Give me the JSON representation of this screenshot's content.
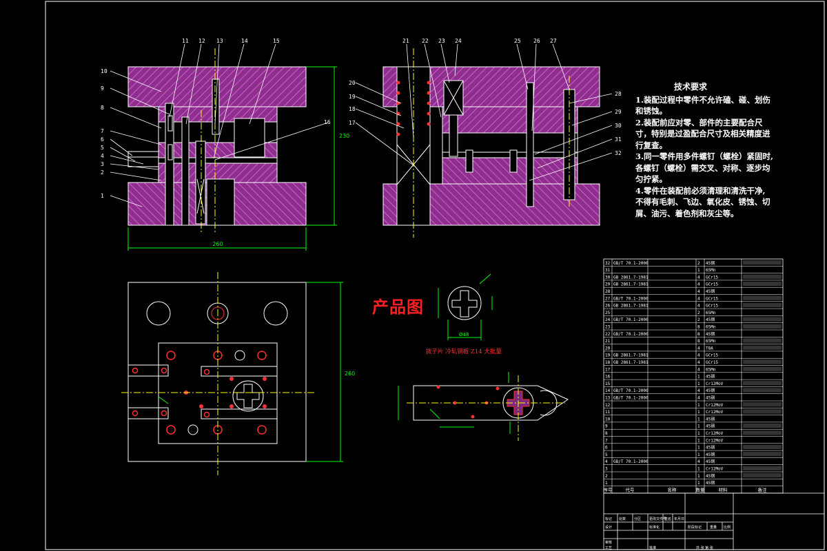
{
  "tech_requirements": {
    "title": "技术要求",
    "lines": [
      "1.装配过程中零件不允许磕、碰、划伤",
      "和锈蚀。",
      "2.装配前应对零、部件的主要配合尺",
      "寸，特别是过盈配合尺寸及相关精度进",
      "行复查。",
      "3.同一零件用多件螺钉（螺栓）紧固时,",
      "各螺钉（螺栓）需交叉、对称、逐步均",
      "匀拧紧。",
      "4.零件在装配前必须清理和清洗干净,",
      "不得有毛刺、飞边、氧化皮、锈蚀、切",
      "屑、油污、着色剂和灰尘等。"
    ]
  },
  "product_label": "产品图",
  "product_caption": "拨子片  冷轧钢板  Z14  大批量",
  "balloons_left": [
    "10",
    "9",
    "8",
    "7",
    "6",
    "5",
    "4",
    "3",
    "2",
    "1"
  ],
  "balloons_top_left": [
    "11",
    "12",
    "13",
    "14",
    "15",
    "16"
  ],
  "balloons_top_right": [
    "21",
    "22",
    "23",
    "24",
    "25",
    "26",
    "27"
  ],
  "balloons_mid_right": [
    "20",
    "19",
    "18",
    "17"
  ],
  "balloons_right": [
    "28",
    "29",
    "30",
    "31",
    "32"
  ],
  "bom_rows": [
    [
      "32",
      "GB/T 70.1-2000",
      "",
      "2",
      "45钢",
      ""
    ],
    [
      "31",
      "",
      "",
      "1",
      "65Mn",
      ""
    ],
    [
      "30",
      "GB 2861.7-1981",
      "",
      "4",
      "GCr15",
      ""
    ],
    [
      "29",
      "GB 2861.7-1981",
      "",
      "4",
      "GCr15",
      ""
    ],
    [
      "28",
      "",
      "",
      "4",
      "45钢",
      ""
    ],
    [
      "27",
      "GB/T 70.1-2000",
      "",
      "4",
      "GCr15",
      ""
    ],
    [
      "26",
      "GB 2861.7-1981",
      "",
      "4",
      "GCr15",
      ""
    ],
    [
      "25",
      "",
      "",
      "2",
      "65Mn",
      ""
    ],
    [
      "24",
      "GB/T 70.1-2000",
      "",
      "2",
      "45钢",
      ""
    ],
    [
      "23",
      "",
      "",
      "8",
      "65Mn",
      ""
    ],
    [
      "22",
      "GB/T 70.1-2000",
      "",
      "8",
      "45钢",
      ""
    ],
    [
      "21",
      "",
      "",
      "8",
      "65Mn",
      ""
    ],
    [
      "20",
      "",
      "",
      "4",
      "T8A",
      ""
    ],
    [
      "19",
      "GB 2861.7-1981",
      "",
      "4",
      "GCr15",
      ""
    ],
    [
      "18",
      "GB 2861.7-1981",
      "",
      "4",
      "GCr15",
      ""
    ],
    [
      "17",
      "",
      "",
      "4",
      "65Mn",
      ""
    ],
    [
      "16",
      "",
      "",
      "1",
      "45钢",
      ""
    ],
    [
      "15",
      "",
      "",
      "1",
      "Cr12MoV",
      ""
    ],
    [
      "14",
      "GB/T 70.1-2000",
      "",
      "4",
      "45钢",
      ""
    ],
    [
      "13",
      "GB/T 70.1-2000",
      "",
      "4",
      "45钢",
      ""
    ],
    [
      "12",
      "",
      "",
      "1",
      "Cr12MoV",
      ""
    ],
    [
      "11",
      "",
      "",
      "1",
      "Cr12MoV",
      ""
    ],
    [
      "10",
      "",
      "",
      "1",
      "45钢",
      ""
    ],
    [
      "9",
      "",
      "",
      "1",
      "45钢",
      ""
    ],
    [
      "8",
      "",
      "",
      "1",
      "Cr12MoV",
      ""
    ],
    [
      "7",
      "",
      "",
      "1",
      "Cr12MoV",
      ""
    ],
    [
      "6",
      "",
      "",
      "1",
      "45钢",
      ""
    ],
    [
      "5",
      "",
      "",
      "1",
      "45钢",
      ""
    ],
    [
      "4",
      "GB/T 70.1-2000",
      "",
      "4",
      "45钢",
      ""
    ],
    [
      "3",
      "",
      "",
      "1",
      "Cr12MoV",
      ""
    ],
    [
      "2",
      "",
      "",
      "1",
      "45钢",
      ""
    ],
    [
      "1",
      "",
      "",
      "1",
      "45钢",
      ""
    ]
  ],
  "bom_header": [
    "序号",
    "代号",
    "名称",
    "数量",
    "材料",
    "备注"
  ],
  "title_block": {
    "r1": [
      "标记",
      "处数",
      "分区",
      "更改文件号",
      "签名",
      "年月日"
    ],
    "r2": [
      "设计",
      "",
      "标准化",
      "",
      "阶段标记",
      "重量",
      "比例"
    ],
    "r3": [
      "审核",
      "",
      ""
    ],
    "r4": [
      "工艺",
      "",
      "批准",
      "",
      "共 张 第 张"
    ]
  },
  "colors": {
    "hatch": "#cc44cc",
    "outline": "#ffffff",
    "center": "#ffff00",
    "dim": "#00ff00",
    "red": "#ff3030"
  }
}
